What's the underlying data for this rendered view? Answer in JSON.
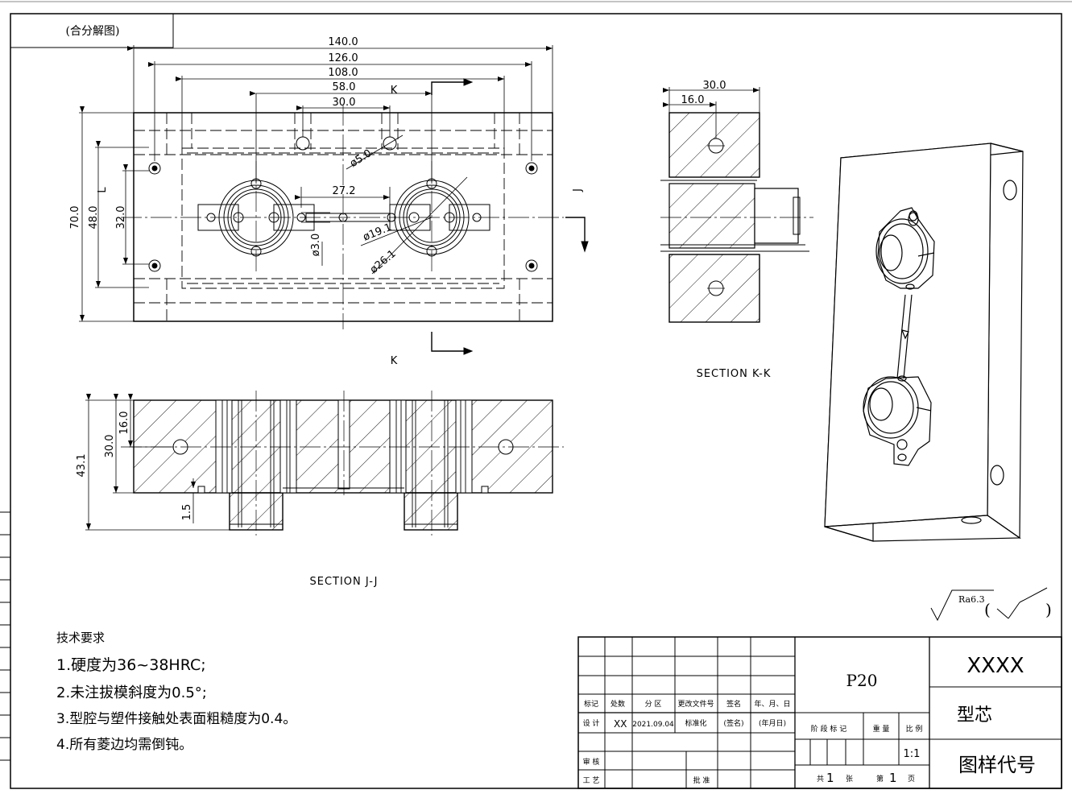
{
  "header_tag": "(合分解图)",
  "front_view": {
    "dims": {
      "d140": "140.0",
      "d126": "126.0",
      "d108": "108.0",
      "d58": "58.0",
      "d30": "30.0",
      "d70": "70.0",
      "d48": "48.0",
      "d32": "32.0",
      "d27_2": "27.2",
      "d3": "ø3.0",
      "d5": "ø5.0",
      "d19_1": "ø19.1",
      "d26_1": "ø26.1"
    },
    "section_marks": {
      "k_top": "K",
      "k_bottom": "K",
      "j_right": "J",
      "l_left": "L"
    }
  },
  "section_kk": {
    "title": "SECTION K-K",
    "d30": "30.0",
    "d16": "16.0"
  },
  "section_jj": {
    "title": "SECTION J-J",
    "d43_1": "43.1",
    "d30": "30.0",
    "d16": "16.0",
    "d1_5": "1.5"
  },
  "roughness": {
    "value": "Ra6.3",
    "suffix": "(",
    "suffix_close": ")"
  },
  "tech_notes": {
    "title": "技术要求",
    "items": [
      "1.硬度为36~38HRC;",
      "2.未注拔模斜度为0.5°;",
      "3.型腔与塑件接触处表面粗糙度为0.4。",
      "4.所有菱边均需倒钝。"
    ]
  },
  "title_block": {
    "material": "P20",
    "drawing_code_top": "XXXX",
    "part_name": "型芯",
    "drawing_code_label": "图样代号",
    "rev_headers": [
      "标记",
      "处数",
      "分 区",
      "更改文件号",
      "签名",
      "年、月、日"
    ],
    "design_label": "设 计",
    "designer": "XX",
    "date": "2021.09.04",
    "std_label": "标准化",
    "sign_label": "(签名)",
    "ymd_label": "(年月日)",
    "stage_labels": [
      "阶 段 标 记",
      "重 量",
      "比 例"
    ],
    "scale": "1:1",
    "review_label": "审 核",
    "process_label": "工 艺",
    "approve_label": "批 准",
    "sheets_total_label": "共",
    "sheets_total": "1",
    "sheets_unit": "张",
    "sheet_no_label": "第",
    "sheet_no": "1",
    "page_unit": "页"
  }
}
